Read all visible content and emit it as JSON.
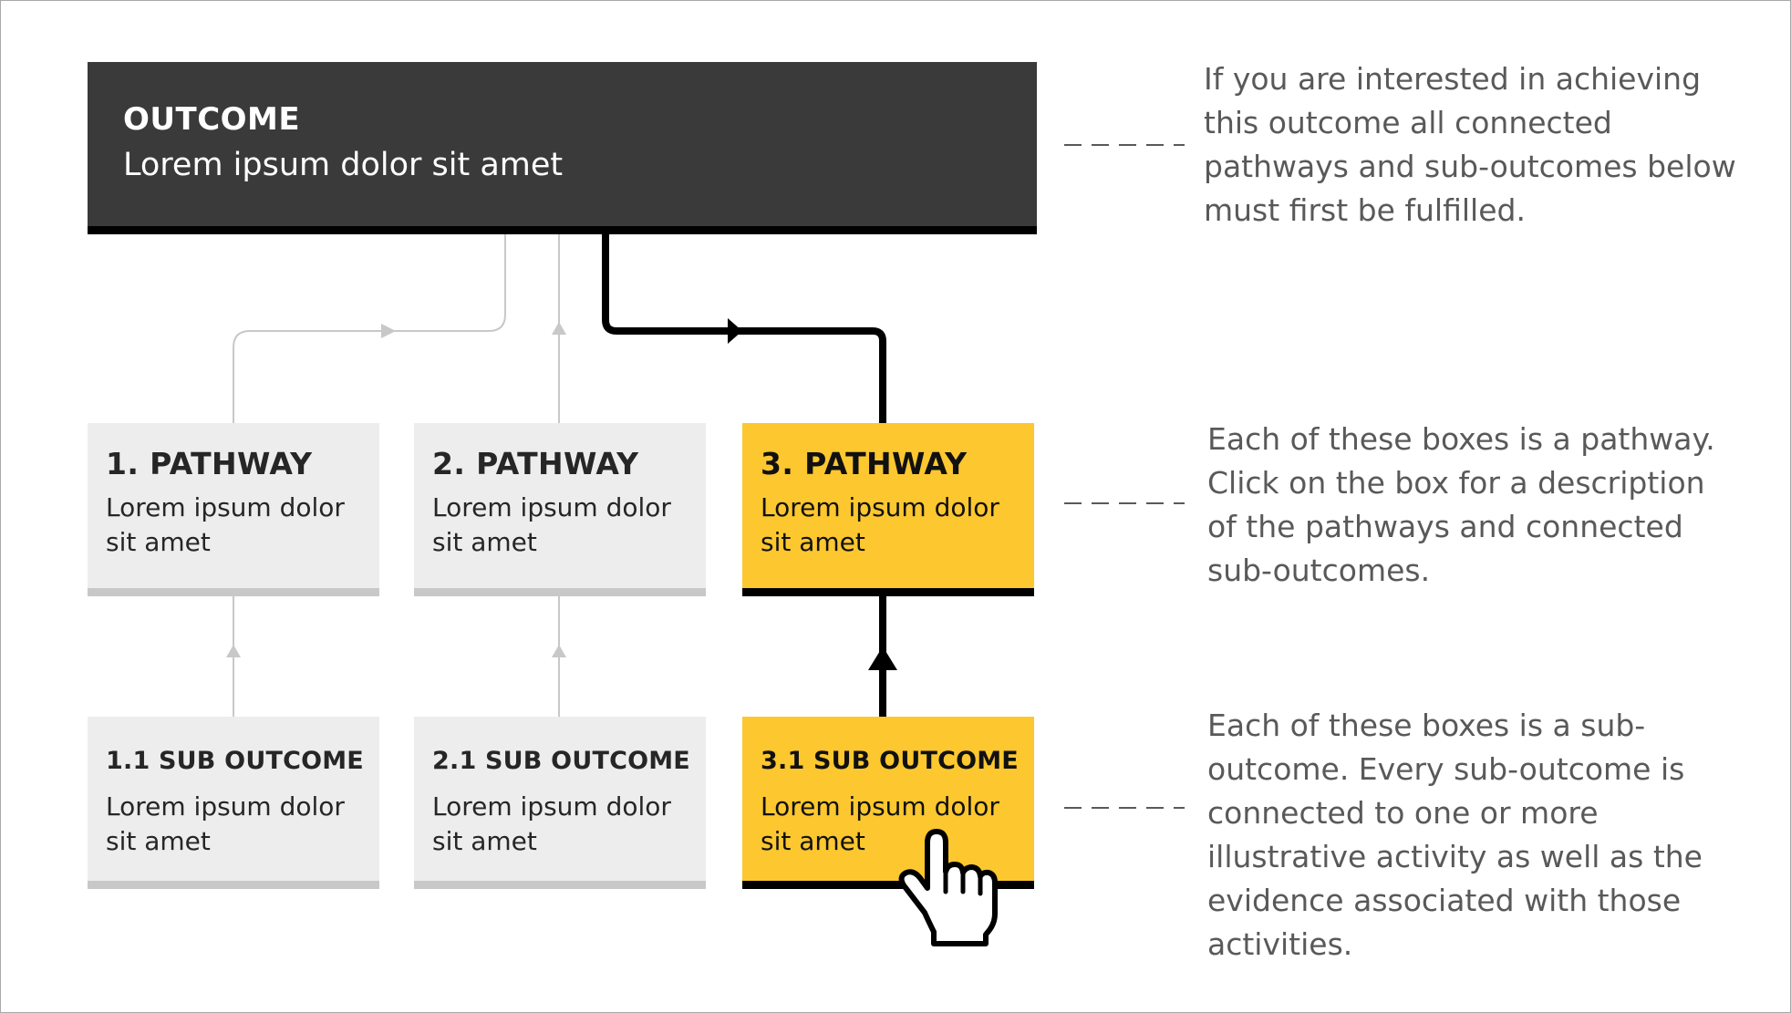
{
  "outcome": {
    "title": "OUTCOME",
    "description": "Lorem ipsum dolor sit amet"
  },
  "pathways": [
    {
      "title": "1. PATHWAY",
      "description": "Lorem ipsum dolor sit amet"
    },
    {
      "title": "2. PATHWAY",
      "description": "Lorem ipsum dolor sit amet"
    },
    {
      "title": "3. PATHWAY",
      "description": "Lorem ipsum dolor sit amet"
    }
  ],
  "sub_outcomes": [
    {
      "title": "1.1 SUB OUTCOME",
      "description": "Lorem ipsum dolor sit amet"
    },
    {
      "title": "2.1 SUB OUTCOME",
      "description": "Lorem ipsum dolor sit amet"
    },
    {
      "title": "3.1 SUB OUTCOME",
      "description": "Lorem ipsum dolor sit amet"
    }
  ],
  "notes": {
    "outcome": "If you are interested in achieving this outcome all connected pathways and sub-outcomes below must first be fulfilled.",
    "pathway": "Each of these boxes is a pathway. Click on the box for a description of the pathways and connected sub-outcomes.",
    "sub_outcome": "Each of these boxes is a sub-outcome. Every sub-outcome is connected to one or more illustrative activity as well as the evidence associated with those activities."
  },
  "colors": {
    "outcome_bg": "#3a3a3a",
    "highlight": "#fcc72f",
    "inactive_box": "#ededed",
    "inactive_line": "#c8c8c8",
    "active_line": "#000000",
    "note_text": "#595959"
  },
  "icons": {
    "cursor": "hand-pointer-icon"
  }
}
